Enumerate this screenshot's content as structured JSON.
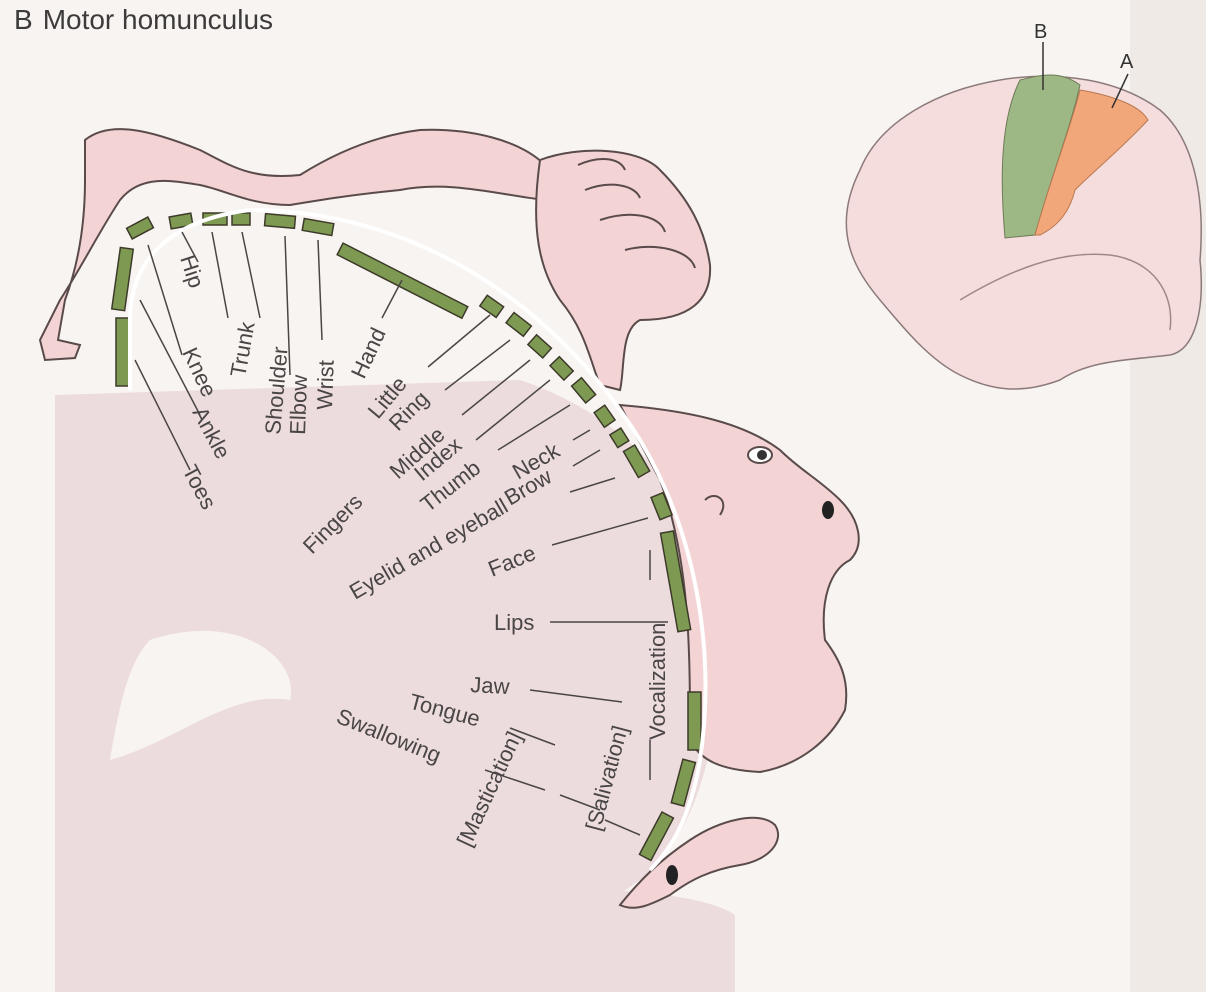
{
  "title": {
    "letter": "B",
    "text": "Motor homunculus"
  },
  "inset": {
    "label_b": "B",
    "label_a": "A"
  },
  "colors": {
    "cortex_segment": "#7e9a52",
    "body": "#f3d3d4",
    "section": "#efdfe0",
    "area_b": "#9db884",
    "area_a": "#f2a77a"
  },
  "labels": {
    "hip": "Hip",
    "knee": "Knee",
    "ankle": "Ankle",
    "toes": "Toes",
    "trunk": "Trunk",
    "shoulder": "Shoulder",
    "elbow": "Elbow",
    "wrist": "Wrist",
    "hand": "Hand",
    "little": "Little",
    "ring": "Ring",
    "middle": "Middle",
    "index": "Index",
    "thumb": "Thumb",
    "fingers": "Fingers",
    "neck": "Neck",
    "brow": "Brow",
    "eyelid": "Eyelid and eyeball",
    "face": "Face",
    "lips": "Lips",
    "jaw": "Jaw",
    "tongue": "Tongue",
    "swallowing": "Swallowing",
    "mastication": "[Mastication]",
    "salivation": "[Salivation]",
    "vocalization": "Vocalization"
  }
}
